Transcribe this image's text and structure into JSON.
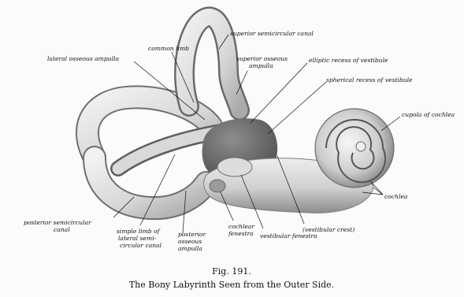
{
  "labels": {
    "superior_semicircular_canal": "superior semicircular canal",
    "common_limb": "common limb",
    "lateral_osseous_ampulla": "lateral osseous ampulla",
    "superior_osseous_ampulla_1": "superior osseous",
    "superior_osseous_ampulla_2": "ampulla",
    "elliptic_recess": "elliptic recess of vestibule",
    "spherical_recess": "spherical recess of vestibule",
    "cupola_of_cochlea": "cupola of cochlea",
    "cochlea": "cochlea",
    "posterior_semicircular_canal_1": "posterior semicircular",
    "posterior_semicircular_canal_2": "canal",
    "simple_limb_1": "simple limb of",
    "simple_limb_2": "lateral semi-",
    "simple_limb_3": "circular canal",
    "posterior_osseous_ampulla_1": "posterior",
    "posterior_osseous_ampulla_2": "osseous",
    "posterior_osseous_ampulla_3": "ampulla",
    "cochlear_fenestra_1": "cochlear",
    "cochlear_fenestra_2": "fenestra",
    "vestibular_fenestra": "vestibular fenestra",
    "vestibular_crest": "(vestibular crest)"
  },
  "caption": {
    "figure_number": "Fig. 191.",
    "title": "The Bony Labyrinth Seen from the Outer Side."
  }
}
